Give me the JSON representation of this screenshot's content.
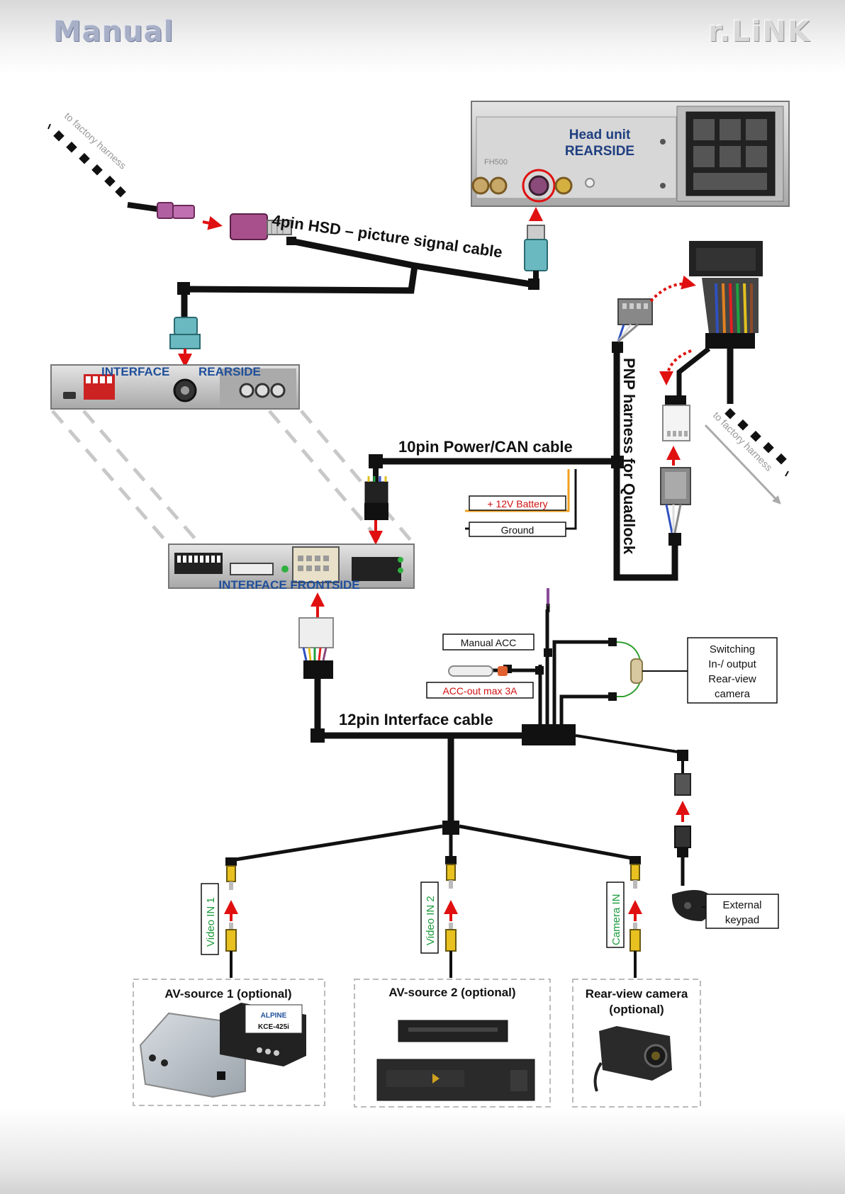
{
  "header": {
    "left_title": "Manual",
    "right_title": "r.LiNK"
  },
  "head_unit": {
    "line1": "Head unit",
    "line2": "REARSIDE"
  },
  "labels": {
    "factory_harness_top": "to factory harness",
    "factory_harness_right": "to factory harness",
    "hsd_cable": "4pin HSD – picture signal cable",
    "interface_rearside_1": "INTERFACE",
    "interface_rearside_2": "REARSIDE",
    "interface_frontside": "INTERFACE FRONTSIDE",
    "power_can_cable": "10pin Power/CAN cable",
    "battery": "+ 12V Battery",
    "ground": "Ground",
    "pnp_harness": "PNP harness for Quadlock",
    "manual_acc": "Manual ACC",
    "acc_out": "ACC-out max 3A",
    "switching_1": "Switching",
    "switching_2": "In-/ output",
    "switching_3": "Rear-view",
    "switching_4": "camera",
    "interface_cable": "12pin Interface cable",
    "video_in_1": "Video IN 1",
    "video_in_2": "Video IN 2",
    "camera_in": "Camera IN",
    "keypad_1": "External",
    "keypad_2": "keypad",
    "av_source_1": "AV-source 1 (optional)",
    "av_source_2": "AV-source 2 (optional)",
    "rear_camera_1": "Rear-view camera",
    "rear_camera_2": "(optional)",
    "alpine_brand": "ALPINE",
    "alpine_model": "KCE-425i"
  },
  "colors": {
    "cable": "#111111",
    "arrow": "#e01010",
    "green_text": "#1a9a3a",
    "red_text": "#d01010",
    "dash": "#c8c8c8",
    "hsd_pink": "#a8508c",
    "hsd_teal": "#6ab8c0"
  }
}
